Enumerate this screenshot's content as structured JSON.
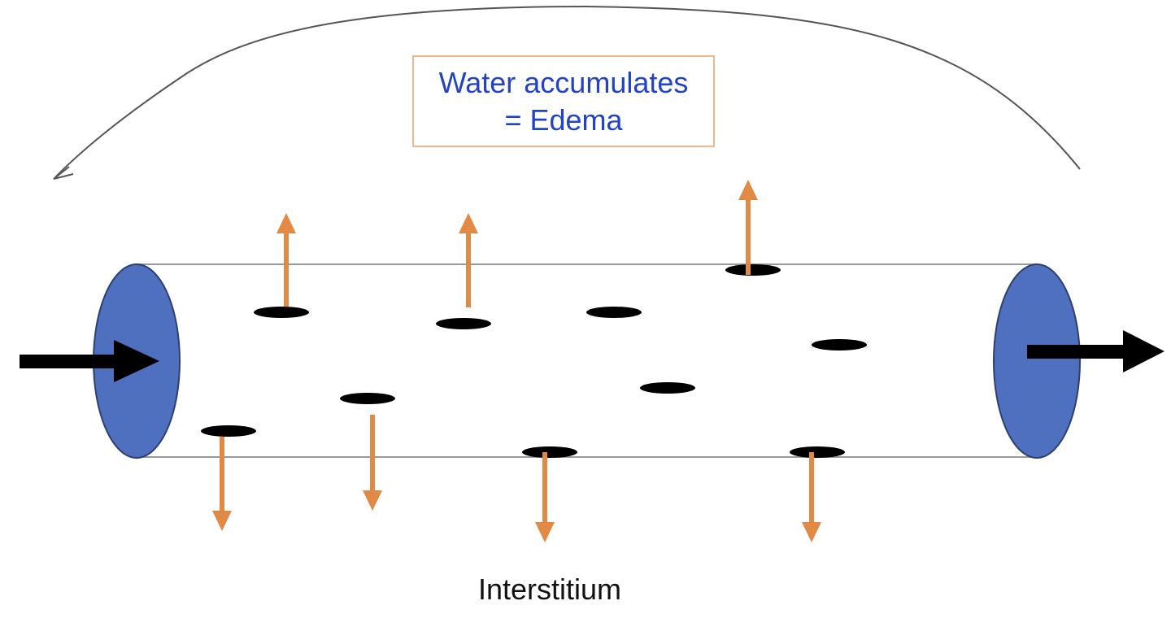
{
  "diagram": {
    "callout_line1": "Water accumulates",
    "callout_line2": "= Edema",
    "bottom_label": "Interstitium"
  },
  "colors": {
    "vessel_end": "#4f6fbf",
    "leak_arrow": "#e08a45",
    "flow_arrow": "#000000",
    "pore": "#000000",
    "callout_text": "#2243c8",
    "callout_border": "#f0b88c"
  },
  "icons": {
    "pore": "pore-ellipse",
    "leak": "arrow-icon",
    "flow": "arrow-right-icon"
  }
}
